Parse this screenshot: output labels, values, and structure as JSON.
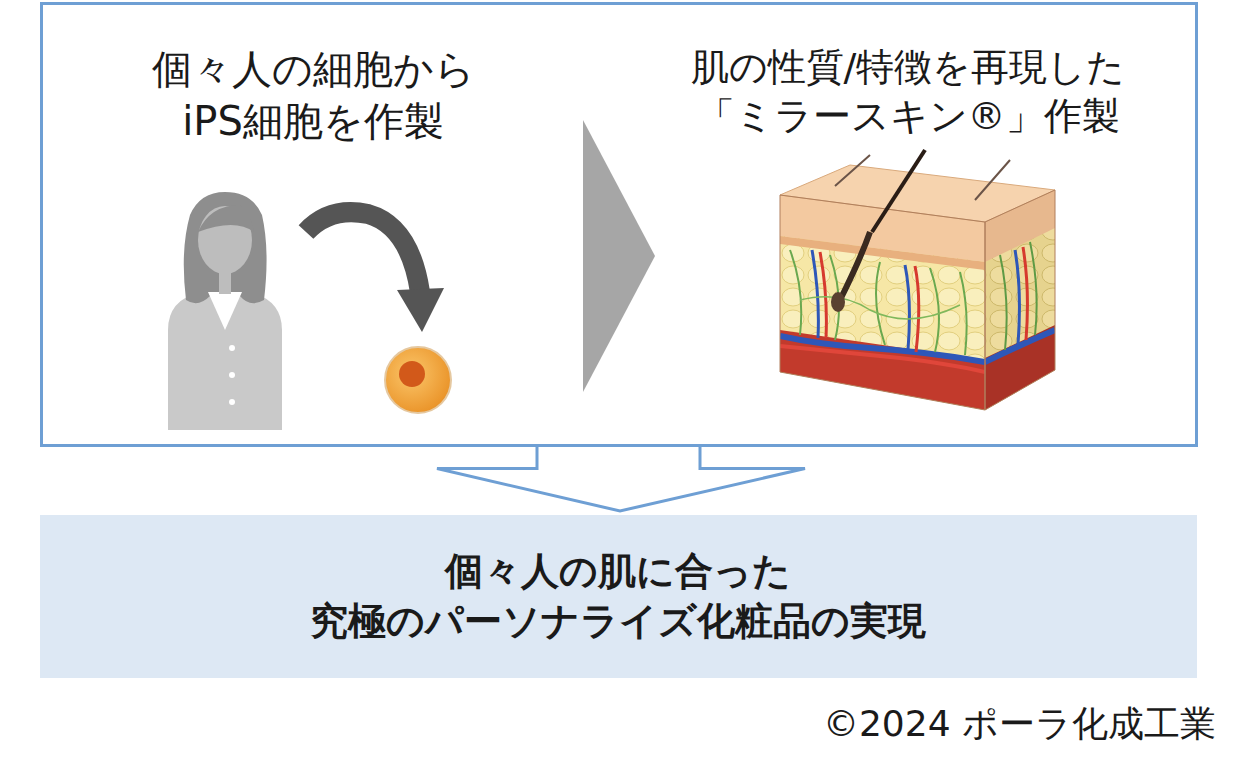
{
  "diagram": {
    "nodes": [
      {
        "text": [
          "個々人の細胞から iPS細胞を作製",
          "肌の性質/特徴を再現した 「ミラースキン®」作製"
        ]
      },
      {
        "text": [
          "個々人の肌に合った 究極のパーソナライズ化粧品の実現"
        ]
      }
    ],
    "edges": [
      {
        "from": 0,
        "to": 1,
        "arrow": "to"
      }
    ],
    "labels": [
      "©2024 ポーラ化成工業"
    ]
  }
}
